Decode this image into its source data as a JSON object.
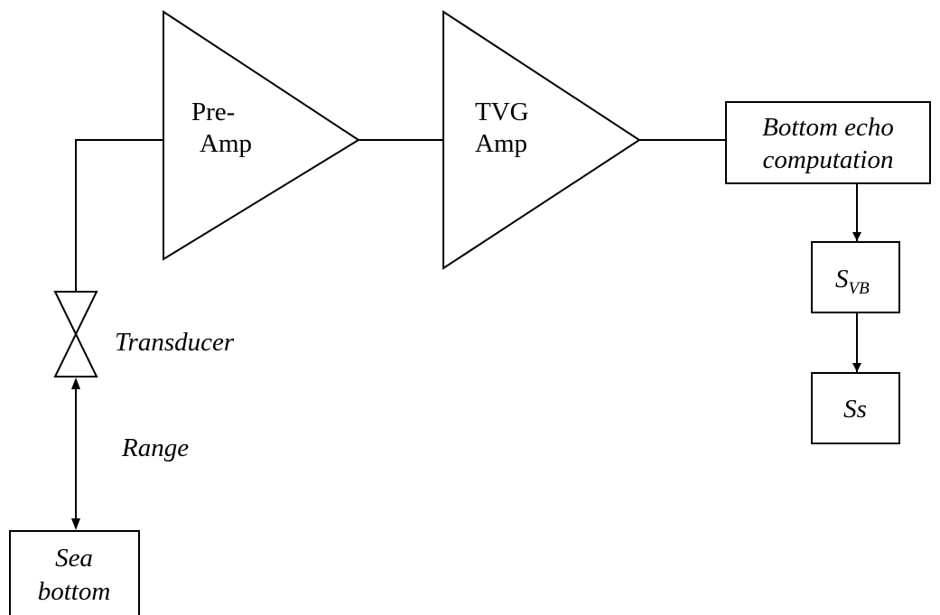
{
  "blocks": {
    "preamp": {
      "line1": "Pre-",
      "line2": "Amp"
    },
    "tvg": {
      "line1": "TVG",
      "line2": "Amp"
    },
    "bottom_echo": {
      "line1": "Bottom echo",
      "line2": "computation"
    },
    "svb": {
      "main": "S",
      "sub": "VB"
    },
    "ss": {
      "label": "Ss"
    },
    "sea_bottom": {
      "line1": "Sea",
      "line2": "bottom"
    }
  },
  "labels": {
    "transducer": "Transducer",
    "range": "Range"
  }
}
